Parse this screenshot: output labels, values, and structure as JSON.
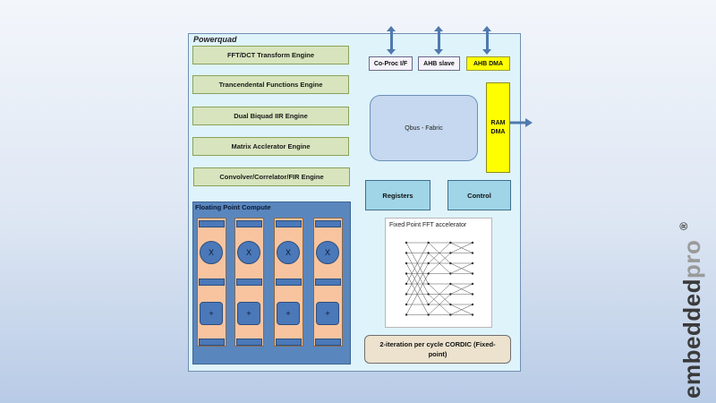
{
  "chip": {
    "title": "Powerquad"
  },
  "engines": [
    "FFT/DCT Transform Engine",
    "Trancendental Functions Engine",
    "Dual Biquad IIR Engine",
    "Matrix Acclerator Engine",
    "Convolver/Correlator/FIR Engine"
  ],
  "ports": [
    {
      "label": "Co-Proc I/F",
      "highlight": false
    },
    {
      "label": "AHB slave",
      "highlight": false
    },
    {
      "label": "AHB DMA",
      "highlight": true
    }
  ],
  "qbus": {
    "label": "Qbus - Fabric"
  },
  "ram_dma": {
    "line1": "RAM",
    "line2": "DMA"
  },
  "registers": {
    "label": "Registers"
  },
  "control": {
    "label": "Control"
  },
  "fft_accel": {
    "title": "Fixed Point FFT accelerator"
  },
  "cordic": {
    "label": "2-iteration per cycle CORDIC (Fixed-point)"
  },
  "fpc": {
    "title": "Floating Point Compute",
    "mult_symbol": "X",
    "add_symbol": "+"
  },
  "brand": {
    "text1": "embedded",
    "text2": "pro",
    "mark": "®"
  },
  "colors": {
    "engine_fill": "#d7e4bd",
    "highlight_yellow": "#ffff00",
    "fpc_blue": "#5a86be",
    "lane_orange": "#f8c49f",
    "control_cyan": "#9fd5e6",
    "arrow_blue": "#4f79ad"
  }
}
